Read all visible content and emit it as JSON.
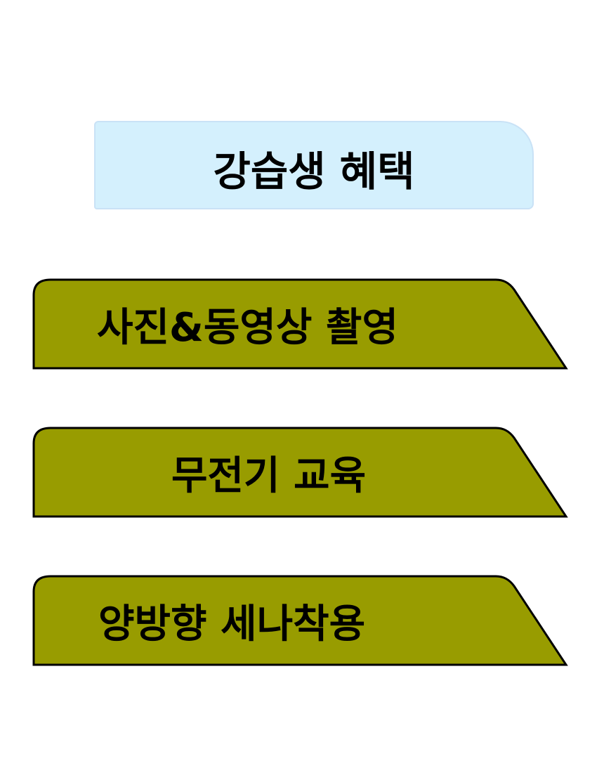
{
  "title": "강습생 혜택",
  "benefits": [
    {
      "label": "사진&동영상 촬영"
    },
    {
      "label": "무전기 교육"
    },
    {
      "label": "양방향 세나착용"
    }
  ],
  "colors": {
    "header_fill": "#d4f0fd",
    "banner_fill": "#989c00",
    "outline": "#000000"
  }
}
